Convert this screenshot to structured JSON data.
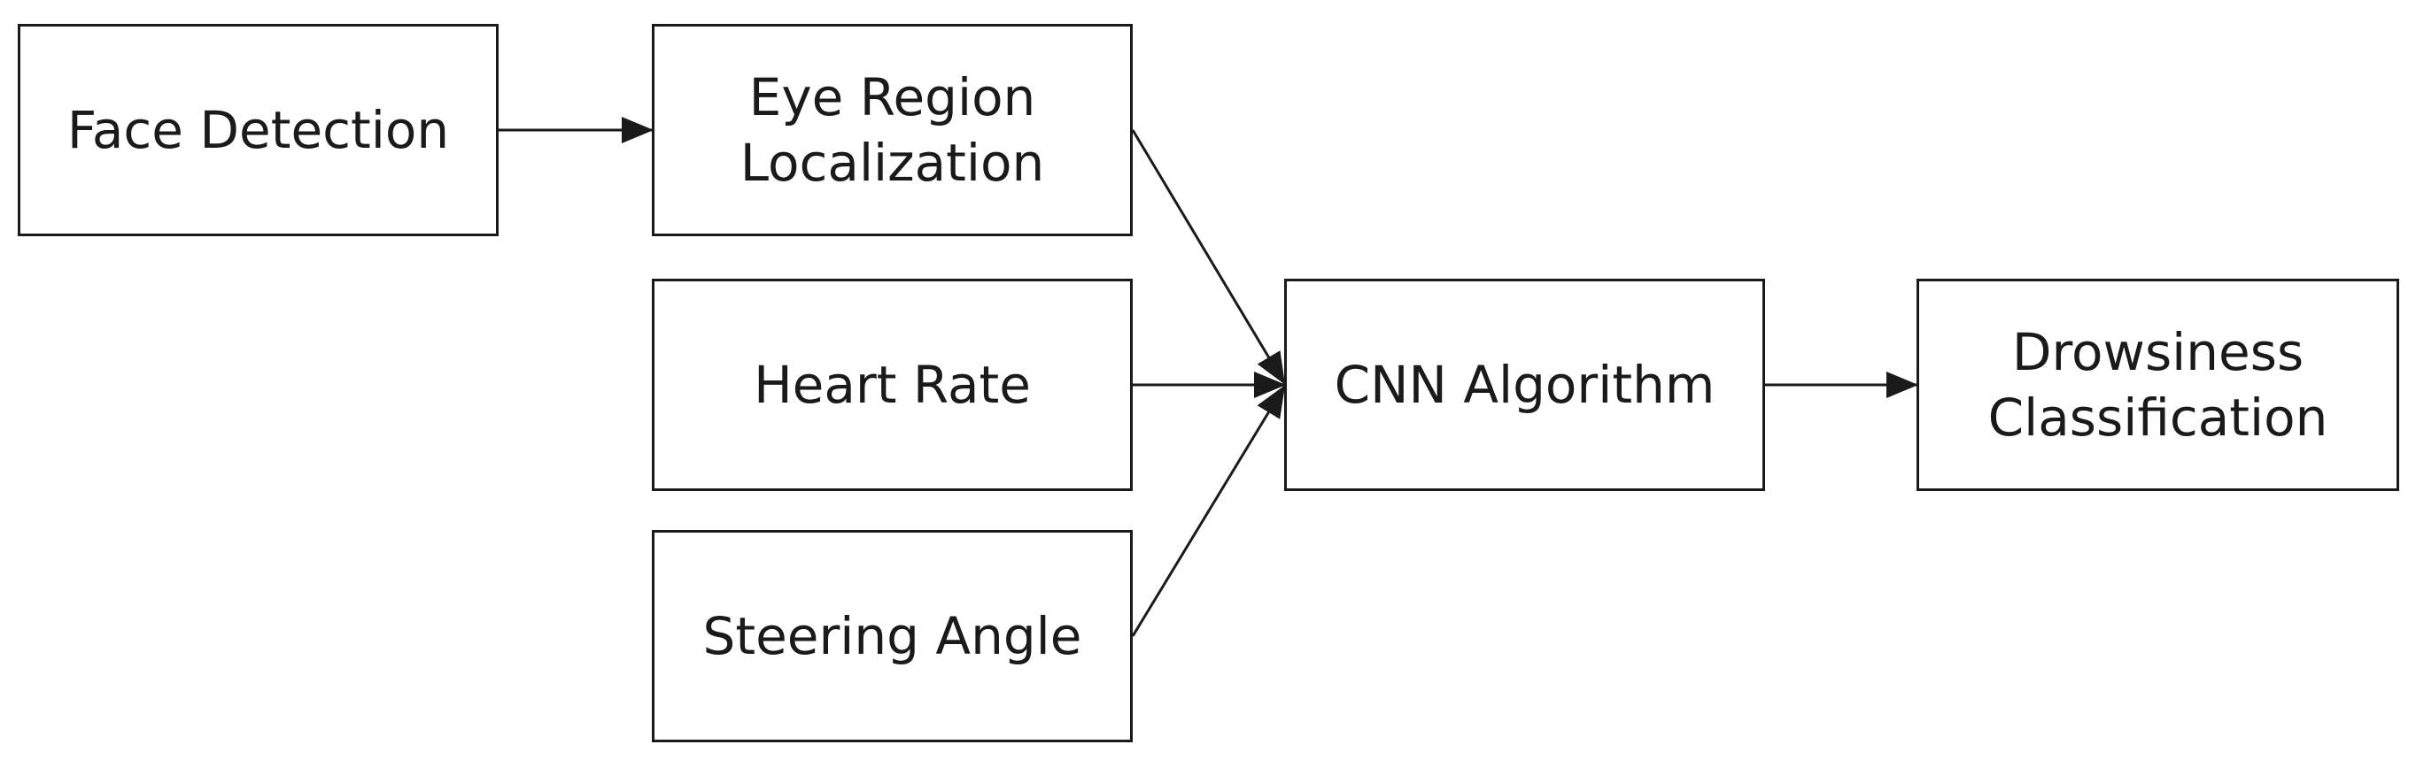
{
  "diagram": {
    "nodes": [
      {
        "id": "face",
        "label": "Face Detection"
      },
      {
        "id": "eye",
        "label": "Eye Region\nLocalization"
      },
      {
        "id": "heart",
        "label": "Heart Rate"
      },
      {
        "id": "steer",
        "label": "Steering Angle"
      },
      {
        "id": "cnn",
        "label": "CNN Algorithm"
      },
      {
        "id": "drowsy",
        "label": "Drowsiness\nClassification"
      }
    ],
    "edges": [
      {
        "from": "Face Detection",
        "to": "Eye Region Localization"
      },
      {
        "from": "Eye Region Localization",
        "to": "CNN Algorithm"
      },
      {
        "from": "Heart Rate",
        "to": "CNN Algorithm"
      },
      {
        "from": "Steering Angle",
        "to": "CNN Algorithm"
      },
      {
        "from": "CNN Algorithm",
        "to": "Drowsiness Classification"
      }
    ],
    "colors": {
      "stroke": "#1a1a1a",
      "background": "#ffffff"
    }
  }
}
